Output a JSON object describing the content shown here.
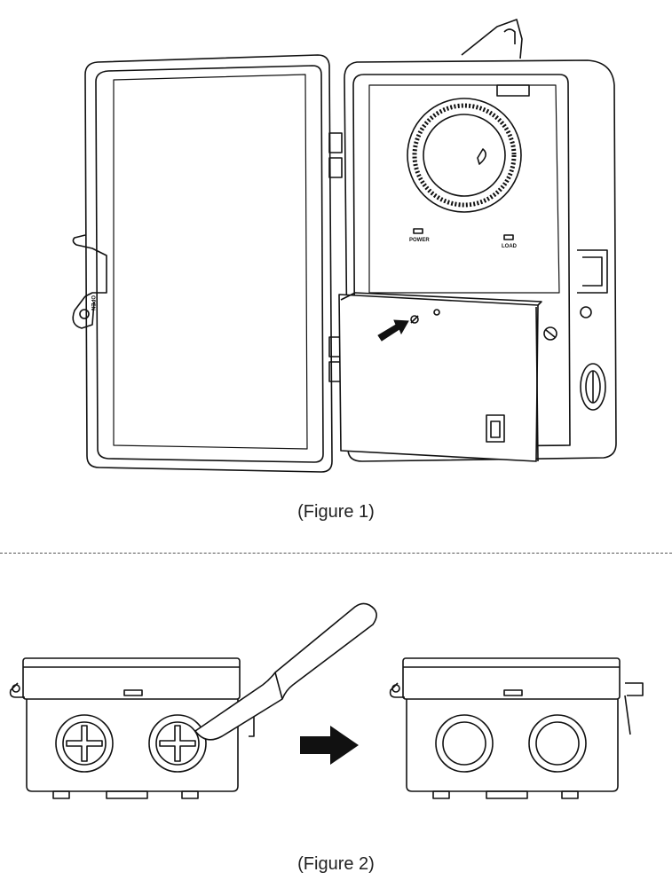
{
  "figure1": {
    "caption": "(Figure 1)",
    "labels": {
      "power": "POWER",
      "load": "LOAD",
      "open": "OPEN"
    }
  },
  "figure2": {
    "caption": "(Figure 2)"
  },
  "icons": {
    "arrow": "arrow-right-icon",
    "screwdriver": "screwdriver-icon",
    "timer_dial": "timer-dial-icon"
  },
  "colors": {
    "line": "#111111",
    "background": "#ffffff"
  }
}
